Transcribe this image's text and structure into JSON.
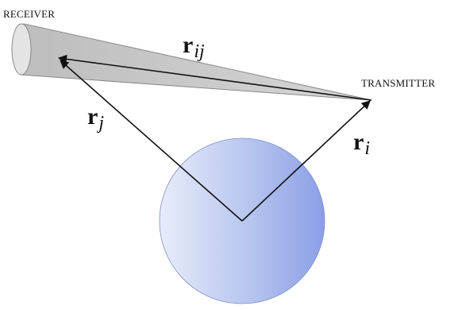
{
  "labels": {
    "receiver": "RECEIVER",
    "transmitter": "TRANSMITTER"
  },
  "vectors": {
    "r_ij": {
      "symbol": "r",
      "subscript": "ij"
    },
    "r_j": {
      "symbol": "r",
      "subscript": "j"
    },
    "r_i": {
      "symbol": "r",
      "subscript": "i"
    }
  },
  "colors": {
    "beam_fill": "#c8c8c8",
    "beam_edge": "#8a8a8a",
    "sphere_light": "#e6ecfa",
    "sphere_mid": "#b3c2ef",
    "sphere_dark": "#8a9ee6",
    "arrow": "#111111"
  }
}
